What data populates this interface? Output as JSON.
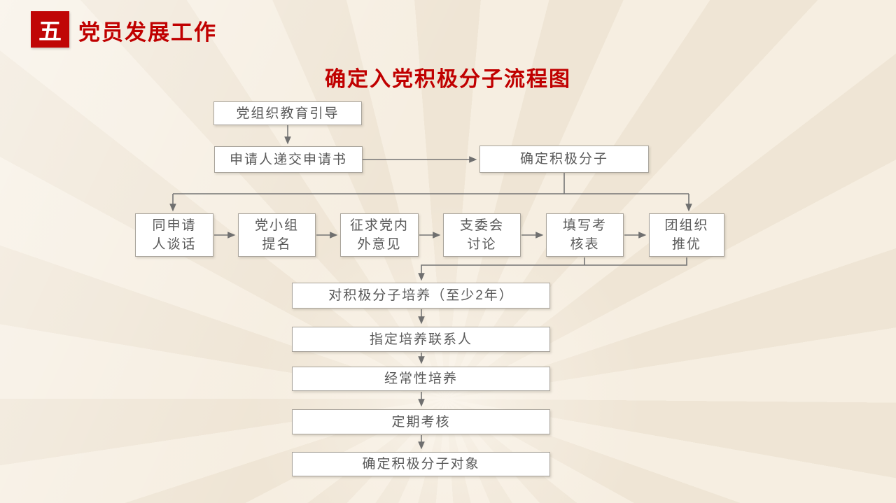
{
  "slide": {
    "section_number": "五",
    "section_title": "党员发展工作",
    "diagram_title": "确定入党积极分子流程图"
  },
  "flowchart": {
    "top_sequence": [
      "党组织教育引导",
      "申请人递交申请书",
      "确定积极分子"
    ],
    "procedure_row": [
      "同申请\n人谈话",
      "党小组\n提名",
      "征求党内\n外意见",
      "支委会\n讨论",
      "填写考\n核表",
      "团组织\n推优"
    ],
    "cultivation_chain": [
      "对积极分子培养（至少2年）",
      "指定培养联系人",
      "经常性培养",
      "定期考核",
      "确定积极分子对象"
    ]
  },
  "colors": {
    "accent": "#c00606",
    "accent-text": "#c00000",
    "node-text": "#595959",
    "line": "#6f6f6f",
    "bg-ray-light": "#f6eee1",
    "bg-ray-dark": "#efe5d5"
  }
}
